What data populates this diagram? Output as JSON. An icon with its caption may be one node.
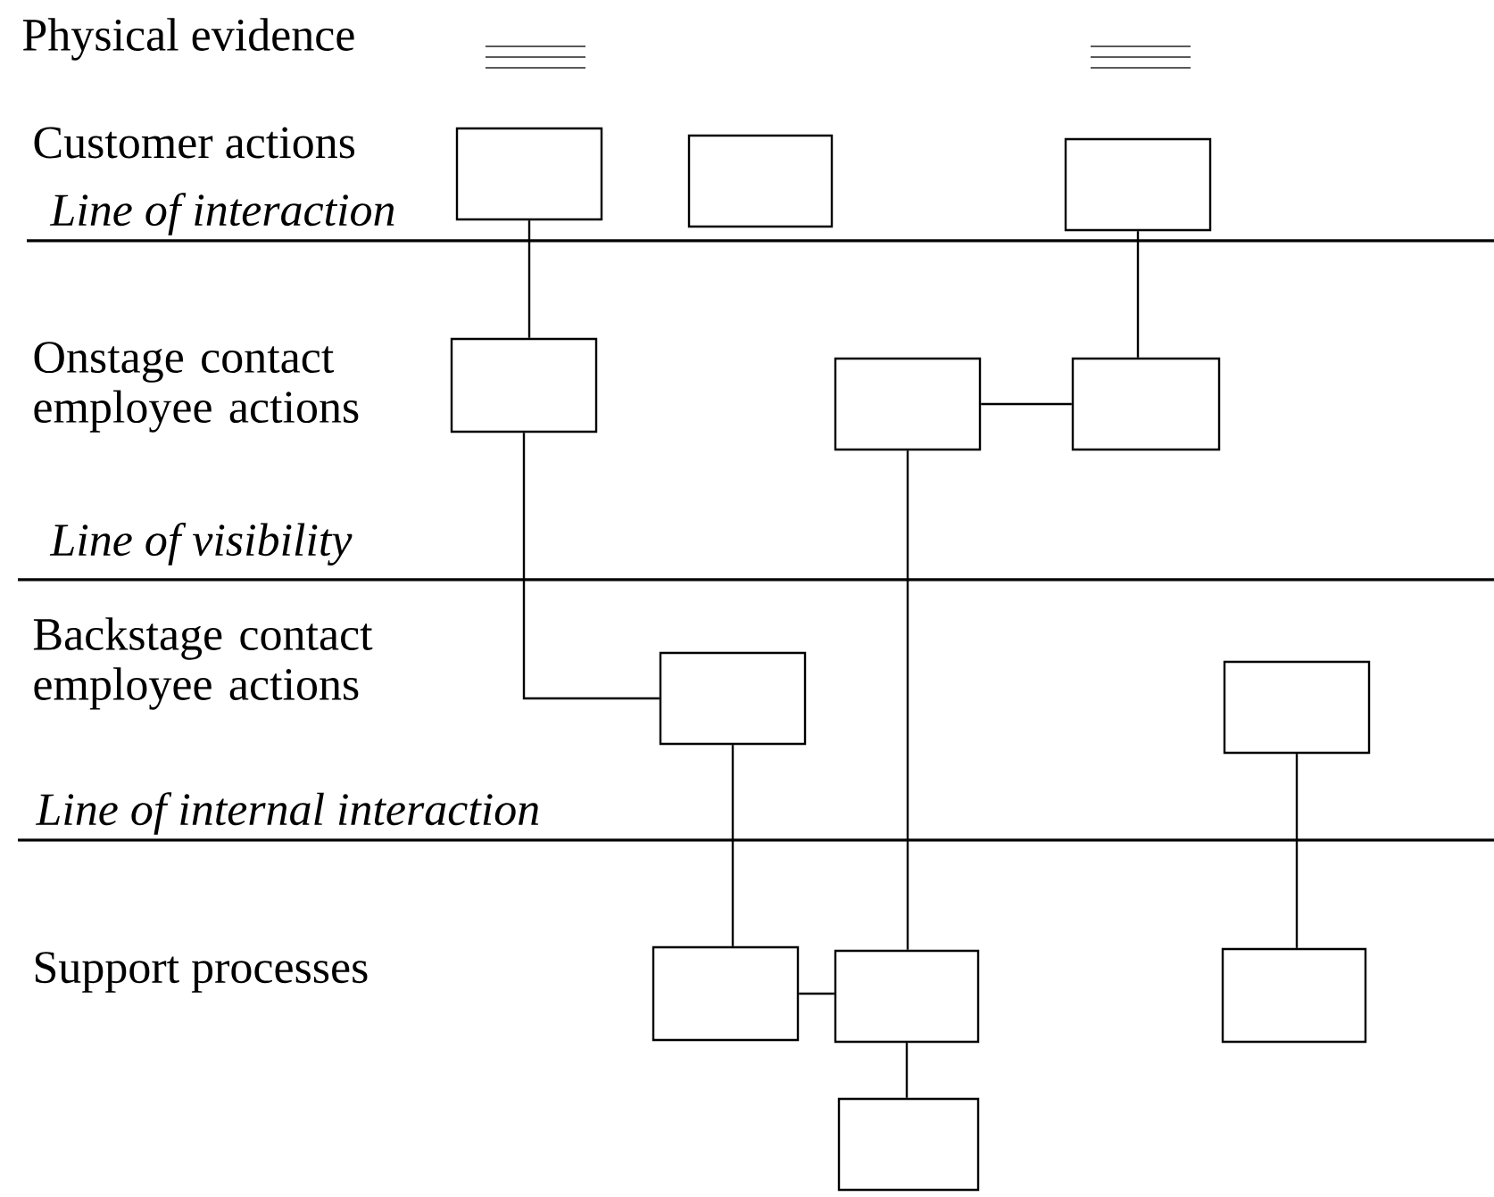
{
  "diagram": {
    "nodes": [
      {
        "text": [],
        "shape": "box"
      },
      {
        "text": [],
        "shape": "box"
      },
      {
        "text": [],
        "shape": "box"
      },
      {
        "text": [],
        "shape": "box"
      },
      {
        "text": [],
        "shape": "box"
      },
      {
        "text": [],
        "shape": "box"
      },
      {
        "text": [],
        "shape": "box"
      },
      {
        "text": [],
        "shape": "box"
      },
      {
        "text": [],
        "shape": "box"
      },
      {
        "text": [],
        "shape": "box"
      },
      {
        "text": [],
        "shape": "box"
      },
      {
        "text": [],
        "shape": "box"
      }
    ],
    "edges": [
      {
        "from": 0,
        "to": 3,
        "arrow": "none"
      },
      {
        "from": 2,
        "to": 5,
        "arrow": "none"
      },
      {
        "from": 4,
        "to": 5,
        "arrow": "none"
      },
      {
        "from": 3,
        "to": 6,
        "arrow": "none"
      },
      {
        "from": 4,
        "to": 9,
        "arrow": "none"
      },
      {
        "from": 6,
        "to": 8,
        "arrow": "none"
      },
      {
        "from": 8,
        "to": 9,
        "arrow": "none"
      },
      {
        "from": 9,
        "to": 11,
        "arrow": "none"
      },
      {
        "from": 7,
        "to": 10,
        "arrow": "none"
      }
    ],
    "labels": [
      "Physical evidence",
      "Customer actions",
      "Line of interaction",
      "Onstage contact employee actions",
      "Line of visibility",
      "Backstage contact employee actions",
      "Line of internal interaction",
      "Support processes"
    ]
  }
}
